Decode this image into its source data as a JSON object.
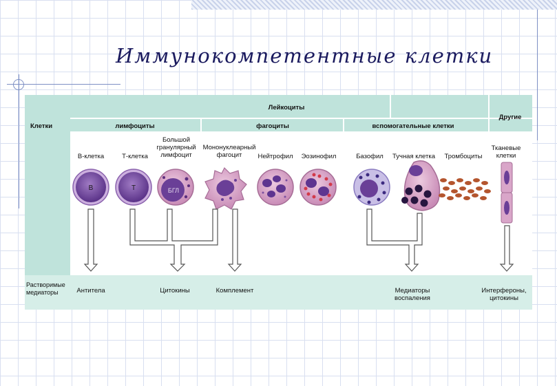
{
  "slide": {
    "title": "Иммунокомпетентные клетки"
  },
  "figure": {
    "row_header": "Клетки",
    "group_leukocytes": "Лейкоциты",
    "group_other": "Другие",
    "sub_lymphocytes": "лимфоциты",
    "sub_phagocytes": "фагоциты",
    "sub_auxiliary": "вспомогательные клетки",
    "cells": {
      "b_cell": "В-клетка",
      "t_cell": "Т-клетка",
      "lgl": "Большой гранулярный лимфоцит",
      "monocyte": "Мононуклеарный фагоцит",
      "neutrophil": "Нейтрофил",
      "eosinophil": "Эозинофил",
      "basophil": "Базофил",
      "mast_cell": "Тучная клетка",
      "platelets": "Тромбоциты",
      "tissue_cells": "Тканевые клетки"
    },
    "cell_letters": {
      "b": "В",
      "t": "Т",
      "lgl": "БГЛ"
    },
    "soluble_mediators": "Растворимые медиаторы",
    "outputs": {
      "antibodies": "Антитела",
      "cytokines": "Цитокины",
      "complement": "Комплемент",
      "inflammation": "Медиаторы воспаления",
      "interferons": "Интерфероны, цитокины"
    },
    "colors": {
      "band": "#bfe3db",
      "cell_purple": "#7a4fa0",
      "cell_pink": "#d9a6c9",
      "platelet": "#b4552e",
      "arrow": "#555555"
    }
  }
}
